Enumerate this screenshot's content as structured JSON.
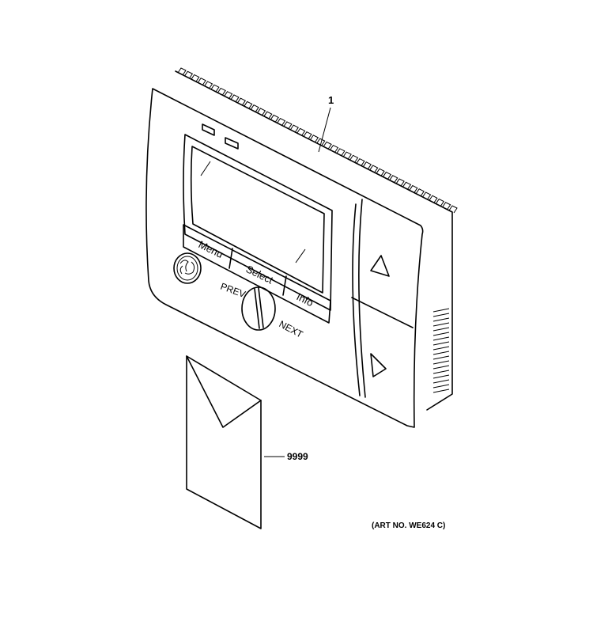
{
  "callouts": {
    "thermostat": "1",
    "manual": "9999"
  },
  "buttons": {
    "menu": "Menu",
    "select": "Select",
    "info": "Info"
  },
  "dial": {
    "prev": "PREV",
    "next": "NEXT"
  },
  "art_number": "(ART NO. WE624 C)",
  "icons": {
    "logo": "ge-logo-icon",
    "up": "triangle-up-icon",
    "down": "triangle-down-icon"
  },
  "colors": {
    "line": "#000000",
    "background": "#ffffff"
  }
}
